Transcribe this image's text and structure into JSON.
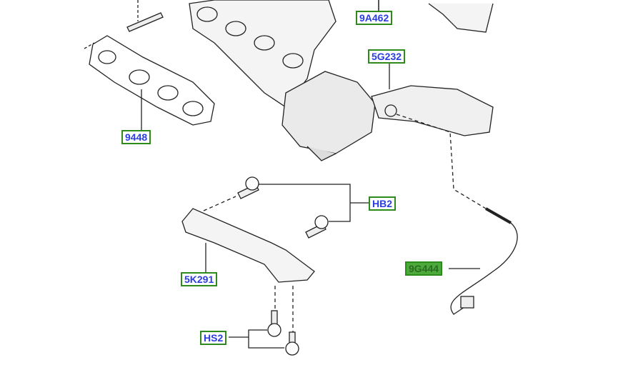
{
  "callouts": [
    {
      "id": "9A462",
      "label": "9A462",
      "active": false
    },
    {
      "id": "5G232",
      "label": "5G232",
      "active": false
    },
    {
      "id": "9448",
      "label": "9448",
      "active": false
    },
    {
      "id": "HB2",
      "label": "HB2",
      "active": false
    },
    {
      "id": "9G444",
      "label": "9G444",
      "active": true
    },
    {
      "id": "5K291",
      "label": "5K291",
      "active": false
    },
    {
      "id": "HS2",
      "label": "HS2",
      "active": false
    }
  ],
  "colors": {
    "border": "#2f8a1e",
    "text": "#2a3ee0",
    "active_fill": "#4caa3a"
  }
}
